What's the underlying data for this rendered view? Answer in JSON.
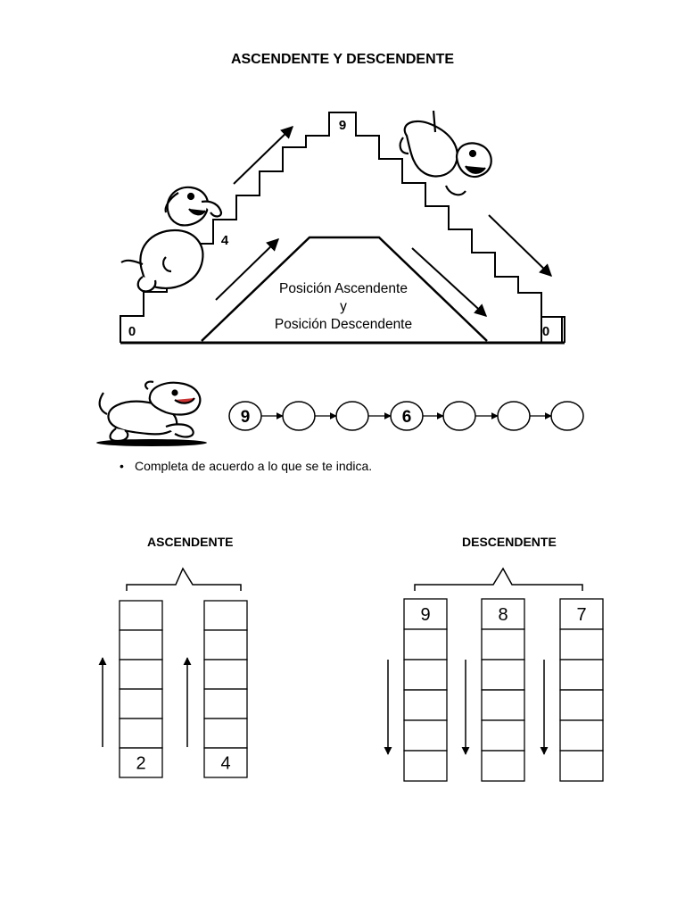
{
  "title": "ASCENDENTE Y DESCENDENTE",
  "stairs": {
    "top_number": "9",
    "middle_number": "4",
    "left_bottom": "0",
    "right_bottom": "0",
    "label_line1": "Posición Ascendente",
    "label_line2": "y",
    "label_line3": "Posición Descendente"
  },
  "sequence": [
    "9",
    "",
    "",
    "6",
    "",
    "",
    ""
  ],
  "instruction": "Completa de acuerdo a lo que se te indica.",
  "ascendente": {
    "heading": "ASCENDENTE",
    "columns": [
      [
        "",
        "",
        "",
        "",
        "",
        "2"
      ],
      [
        "",
        "",
        "",
        "",
        "",
        "4"
      ]
    ]
  },
  "descendente": {
    "heading": "DESCENDENTE",
    "columns": [
      [
        "9",
        "",
        "",
        "",
        "",
        ""
      ],
      [
        "8",
        "",
        "",
        "",
        "",
        ""
      ],
      [
        "7",
        "",
        "",
        "",
        "",
        ""
      ]
    ]
  }
}
